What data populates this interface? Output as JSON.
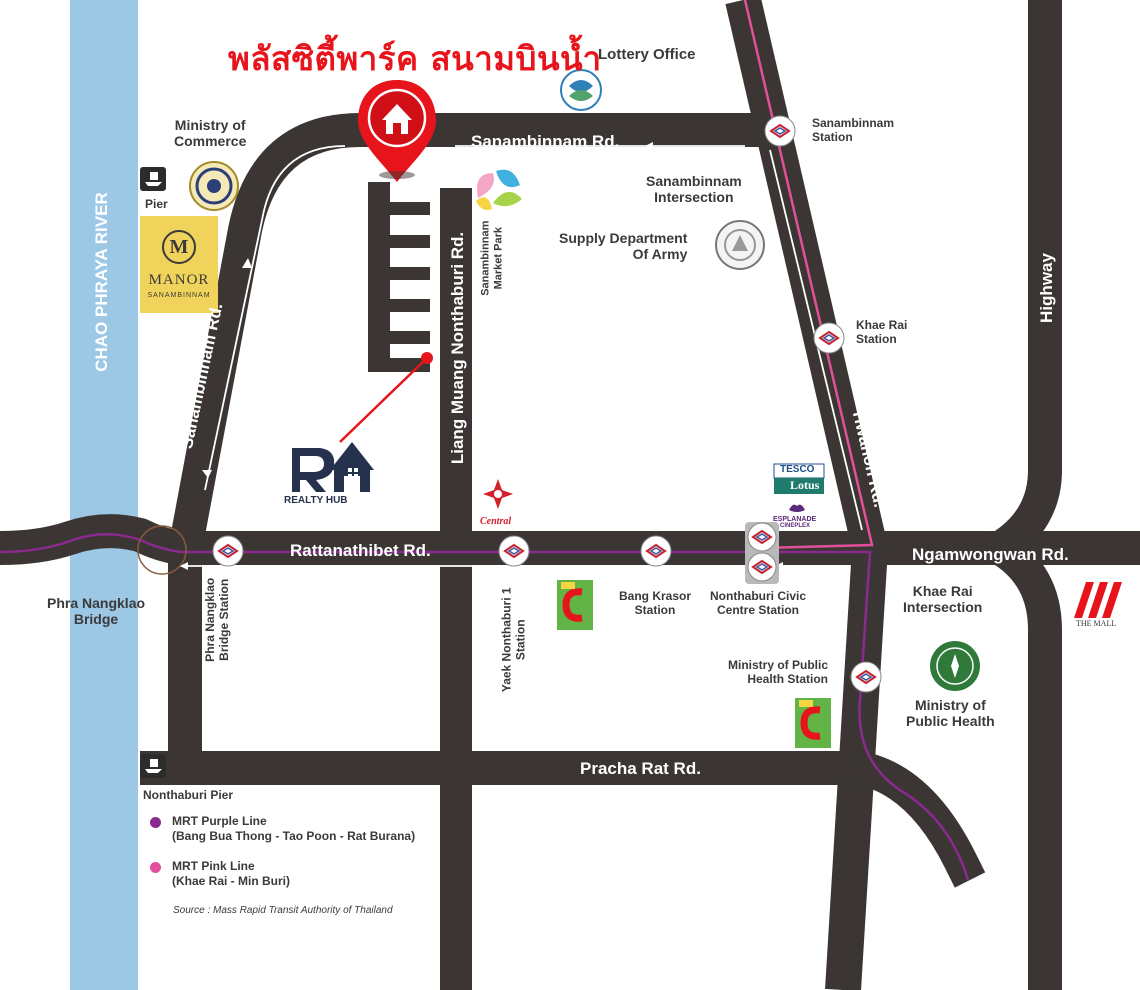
{
  "title": "พลัสซิตี้พาร์ค สนามบินน้ำ",
  "colors": {
    "road": "#3b3634",
    "river": "#9cc8e6",
    "purple_line": "#8a2a8e",
    "pink_line": "#e2509b",
    "title_red": "#e8141b",
    "manor_gold": "#f0d35a"
  },
  "roads": {
    "sanambinnam_top": "Sanambinnam Rd.",
    "sanambinnam_left": "Sanambinnam Rd.",
    "liang_muang": "Liang Muang Nonthaburi Rd.",
    "rattanathibet": "Rattanathibet Rd.",
    "ngamwongwan": "Ngamwongwan Rd.",
    "tiwanon": "Tiwanon Rd.",
    "highway": "Highway",
    "pracha_rat": "Pracha Rat Rd.",
    "river": "CHAO PHRAYA RIVER"
  },
  "places": {
    "lottery": "Lottery Office",
    "ministry_commerce": "Ministry of\nCommerce",
    "pier": "Pier",
    "manor": "MANOR",
    "manor_sub": "SANAMBINNAM",
    "market_park": "Sanambinnam\nMarket Park",
    "intersection_sanambinnam": "Sanambinnam\nIntersection",
    "supply_dept": "Supply Department\nOf Army",
    "phra_nangklao_bridge": "Phra Nangklao\nBridge",
    "khae_rai_intersection": "Khae Rai\nIntersection",
    "ministry_health": "Ministry of\nPublic Health",
    "nonthaburi_pier": "Nonthaburi Pier",
    "the_mall": "THE MALL",
    "central": "Central",
    "tesco": "TESCO",
    "lotus": "Lotus",
    "esplanade": "ESPLANADE",
    "cineplex": "CINEPLEX",
    "bigc": "Big C",
    "realty_hub": "REALTY HUB"
  },
  "stations": {
    "sanambinnam": "Sanambinnam\nStation",
    "khae_rai": "Khae Rai\nStation",
    "phra_nangklao": "Phra Nangklao\nBridge Station",
    "yaek_nonthaburi": "Yaek Nonthaburi 1\nStation",
    "bang_krasor": "Bang Krasor\nStation",
    "civic_centre": "Nonthaburi Civic\nCentre Station",
    "ministry_health_station": "Ministry of Public\nHealth Station"
  },
  "legend": {
    "purple_title": "MRT Purple Line",
    "purple_route": "(Bang Bua Thong - Tao Poon - Rat Burana)",
    "pink_title": "MRT Pink Line",
    "pink_route": "(Khae Rai - Min Buri)",
    "source": "Source : Mass Rapid Transit Authority of Thailand"
  }
}
